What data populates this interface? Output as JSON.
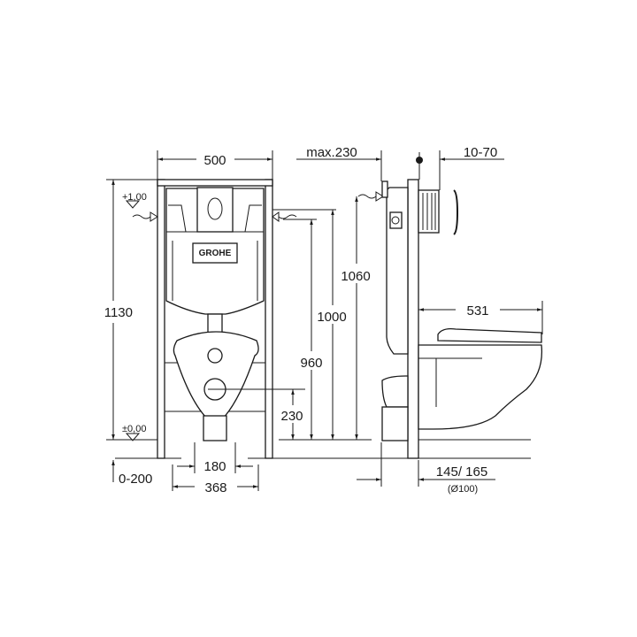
{
  "brand_logo": "GROHE",
  "front_view": {
    "width": "500",
    "total_height": "1130",
    "level_top": "+1,00",
    "level_floor": "±0,00",
    "h_1060": "1060",
    "h_1000": "1000",
    "h_960": "960",
    "h_230": "230",
    "w_180": "180",
    "w_368": "368",
    "floor_adjust": "0-200"
  },
  "side_view": {
    "max_depth": "max.230",
    "wall_range": "10-70",
    "bowl_projection": "531",
    "pipe_offset": "145/ 165",
    "pipe_diameter": "(Ø100)"
  }
}
